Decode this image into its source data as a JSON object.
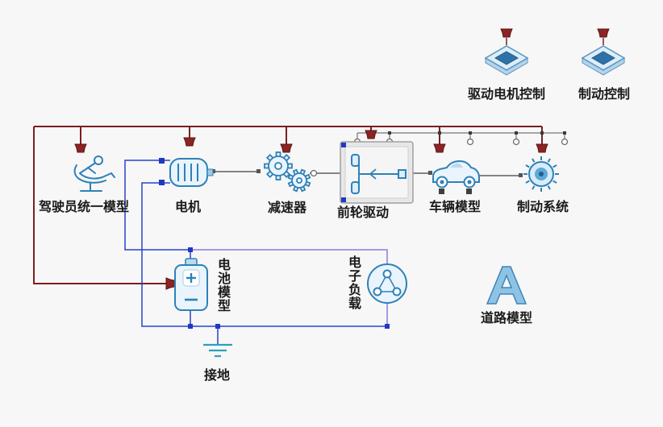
{
  "app": {
    "background": "#f7f7f7"
  },
  "labels": {
    "driver": "驾驶员统一模型",
    "motor": "电机",
    "reducer": "减速器",
    "front_drive": "前轮驱动",
    "vehicle": "车辆模型",
    "brake_system": "制动系统",
    "drive_motor_control": "驱动电机控制",
    "brake_control": "制动控制",
    "battery": "电池模型",
    "electronic_load": "电子负载",
    "road": "道路模型",
    "ground": "接地"
  },
  "icons": {
    "driver": "driver-person-icon",
    "motor": "motor-icon",
    "reducer": "gears-icon",
    "front_drive": "axle-drivetrain-icon",
    "vehicle": "car-icon",
    "brake_system": "brake-warning-icon",
    "drive_motor_control": "circuit-board-icon",
    "brake_control": "circuit-board-icon",
    "battery": "battery-icon",
    "electronic_load": "delta-load-icon",
    "road": "road-icon",
    "ground": "ground-icon",
    "terminal": "bus-terminal-icon"
  },
  "colors": {
    "power_bus": "#7a1f1f",
    "terminal_fill": "#8c2424",
    "electrical": "#2743c9",
    "electrical_alt": "#8a7ae0",
    "signal": "#757575",
    "mechanical": "#5f5f5f",
    "icon_stroke": "#2e81b8",
    "icon_fill": "#e9f4fc",
    "ground_line": "#2aa0c0",
    "label_text": "#1a1a1a"
  }
}
